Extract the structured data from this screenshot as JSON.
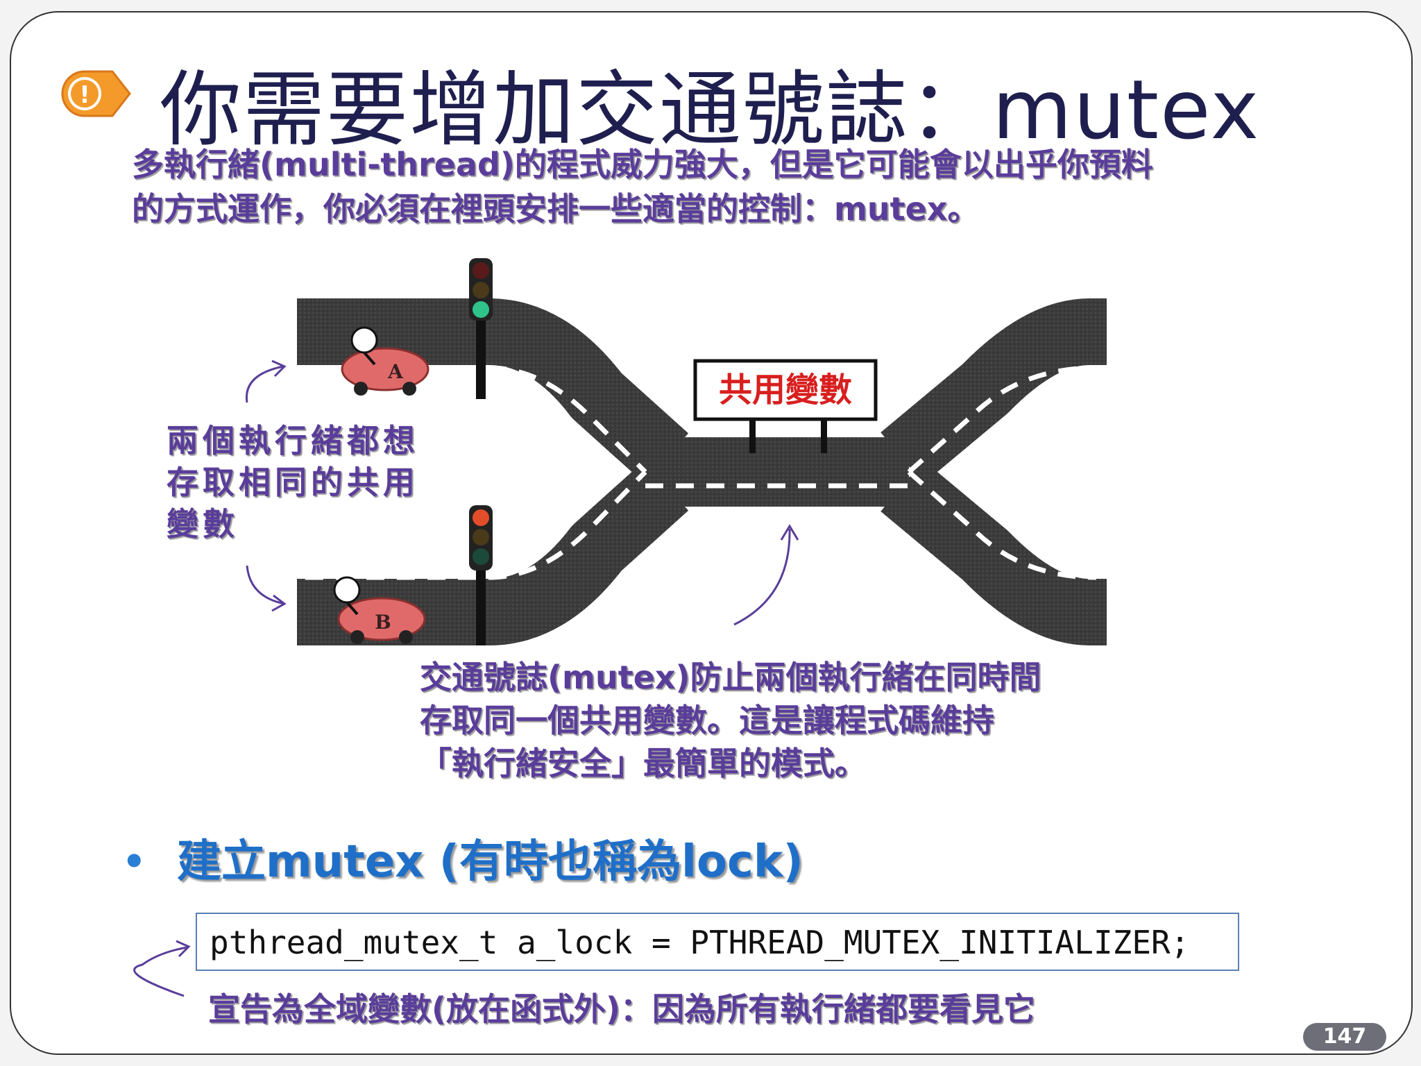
{
  "title": "你需要增加交通號誌：mutex",
  "intro": {
    "line1": "多執行緒(multi-thread)的程式威力強大，但是它可能會以出乎你預料",
    "line2": "的方式運作，你必須在裡頭安排一些適當的控制：mutex。"
  },
  "sign_label": "共用變數",
  "car_a_label": "A",
  "car_b_label": "B",
  "left_note": {
    "line1": "兩個執行緒都想",
    "line2": "存取相同的共用",
    "line3": "變數"
  },
  "mutex_note": {
    "line1": "交通號誌(mutex)防止兩個執行緒在同時間",
    "line2": "存取同一個共用變數。這是讓程式碼維持",
    "line3": "「執行緒安全」最簡單的模式。"
  },
  "bullet": "建立mutex (有時也稱為lock)",
  "code": "pthread_mutex_t a_lock = PTHREAD_MUTEX_INITIALIZER;",
  "declare_note": "宣告為全域變數(放在函式外)：因為所有執行緒都要看見它",
  "page_number": "147",
  "colors": {
    "accent_purple": "#5a3d9a",
    "title_navy": "#1f1f4f",
    "bullet_blue": "#1f6fc8",
    "road": "#3a3a3a",
    "warning_orange": "#f39a2b"
  },
  "icons": [
    "warning-tag-icon",
    "traffic-light-icon",
    "car-a-icon",
    "car-b-icon",
    "arrow-icon"
  ]
}
